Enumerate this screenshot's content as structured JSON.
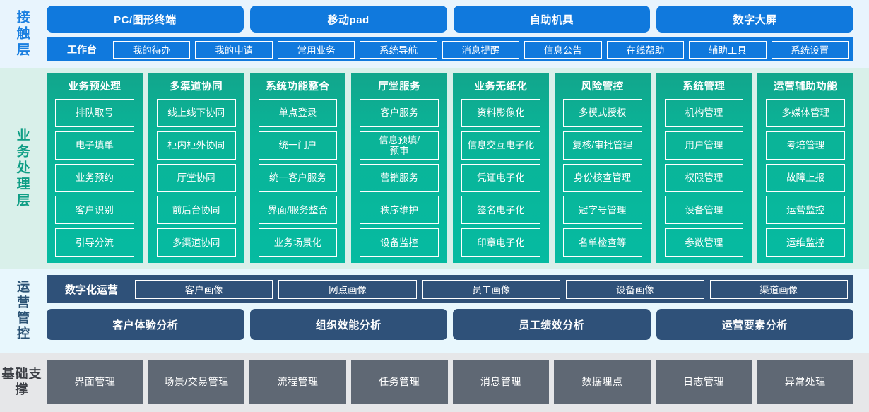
{
  "layers": {
    "contact": {
      "label": "接触层",
      "channels": [
        "PC/图形终端",
        "移动pad",
        "自助机具",
        "数字大屏"
      ],
      "workbench_title": "工作台",
      "workbench_items": [
        "我的待办",
        "我的申请",
        "常用业务",
        "系统导航",
        "消息提醒",
        "信息公告",
        "在线帮助",
        "辅助工具",
        "系统设置"
      ]
    },
    "business": {
      "label": "业务处理层",
      "columns": [
        {
          "title": "业务预处理",
          "items": [
            "排队取号",
            "电子填单",
            "业务预约",
            "客户识别",
            "引导分流"
          ]
        },
        {
          "title": "多渠道协同",
          "items": [
            "线上线下协同",
            "柜内柜外协同",
            "厅堂协同",
            "前后台协同",
            "多渠道协同"
          ]
        },
        {
          "title": "系统功能整合",
          "items": [
            "单点登录",
            "统一门户",
            "统一客户服务",
            "界面/服务整合",
            "业务场景化"
          ]
        },
        {
          "title": "厅堂服务",
          "items": [
            "客户服务",
            "信息预填/\n预审",
            "营销服务",
            "秩序维护",
            "设备监控"
          ]
        },
        {
          "title": "业务无纸化",
          "items": [
            "资料影像化",
            "信息交互电子化",
            "凭证电子化",
            "签名电子化",
            "印章电子化"
          ]
        },
        {
          "title": "风险管控",
          "items": [
            "多模式授权",
            "复核/审批管理",
            "身份核查管理",
            "冠字号管理",
            "名单检查等"
          ]
        },
        {
          "title": "系统管理",
          "items": [
            "机构管理",
            "用户管理",
            "权限管理",
            "设备管理",
            "参数管理"
          ]
        },
        {
          "title": "运营辅助功能",
          "items": [
            "多媒体管理",
            "考培管理",
            "故障上报",
            "运营监控",
            "运维监控"
          ]
        }
      ]
    },
    "operations": {
      "label": "运营管控",
      "digital_title": "数字化运营",
      "portraits": [
        "客户画像",
        "网点画像",
        "员工画像",
        "设备画像",
        "渠道画像"
      ],
      "analyses": [
        "客户体验分析",
        "组织效能分析",
        "员工绩效分析",
        "运营要素分析"
      ]
    },
    "base": {
      "label": "基础支撑",
      "items": [
        "界面管理",
        "场景/交易管理",
        "流程管理",
        "任务管理",
        "消息管理",
        "数据埋点",
        "日志管理",
        "异常处理"
      ]
    }
  },
  "colors": {
    "contact_bg": "#e8f4fd",
    "contact_accent": "#1079dd",
    "business_bg": "#d9f0ea",
    "business_accent": "#06bba1",
    "ops_bg": "#e8f7fd",
    "ops_accent": "#2f5179",
    "base_bg": "#e6e7e9",
    "base_accent": "#5f6874"
  }
}
